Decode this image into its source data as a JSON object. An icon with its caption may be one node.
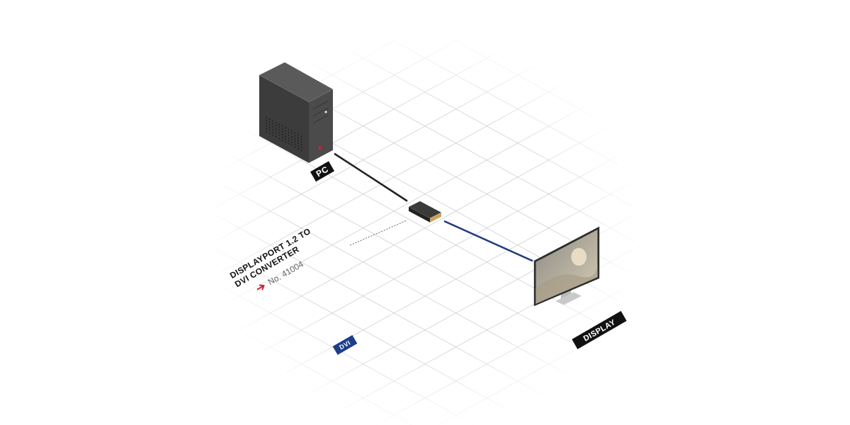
{
  "diagram": {
    "nodes": [
      {
        "text": [],
        "shape": "picture"
      },
      {
        "text": [
          "PC"
        ]
      },
      {
        "text": [],
        "shape": "picture"
      },
      {
        "text": [],
        "shape": "picture"
      },
      {
        "text": [
          "DISPLAY"
        ]
      },
      {
        "text": [
          "DISPLAYPORT 1.2 TO DVI CONVERTER",
          "No. 41004"
        ]
      },
      {
        "text": [
          "DVI"
        ]
      }
    ],
    "edges": [
      {
        "from": 0,
        "to": 2,
        "arrow": "none"
      },
      {
        "from": 2,
        "to": 3,
        "arrow": "none",
        "color": "#1f3a80"
      },
      {
        "from": 5,
        "to": 2,
        "arrow": "none",
        "style": "dashed"
      }
    ]
  }
}
